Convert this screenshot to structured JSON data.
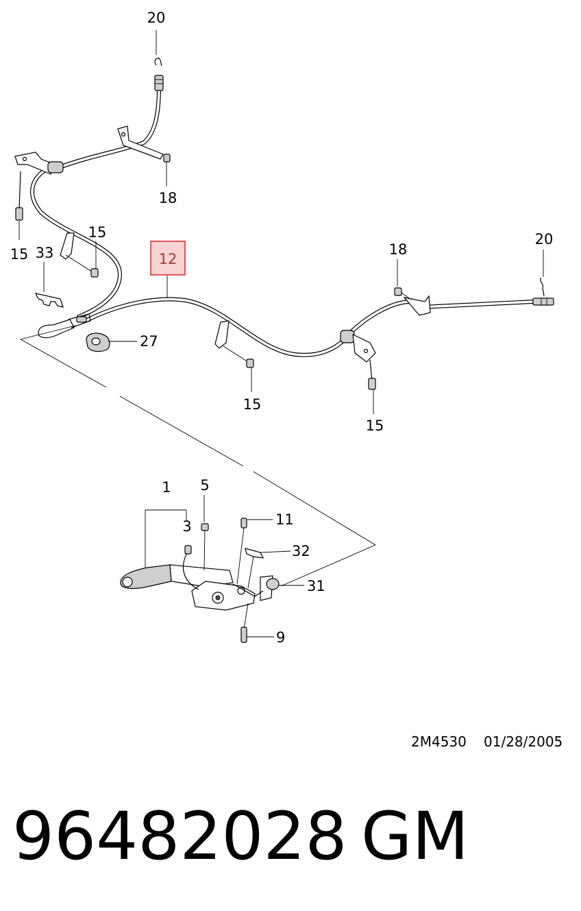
{
  "callouts": {
    "c20_top": "20",
    "c18_upper": "18",
    "c15_leftbolt": "15",
    "c15_mid": "15",
    "c33": "33",
    "c12": "12",
    "c27": "27",
    "c18_right": "18",
    "c20_right": "20",
    "c15_center": "15",
    "c15_right": "15",
    "c1": "1",
    "c3": "3",
    "c5": "5",
    "c11": "11",
    "c32": "32",
    "c31": "31",
    "c9": "9"
  },
  "reference": {
    "drawing_code": "2M4530",
    "date": "01/28/2005"
  },
  "part": {
    "number": "96482028",
    "brand": "GM"
  },
  "colors": {
    "highlight_border": "#e03030",
    "highlight_fill": "#f9d4d4",
    "highlight_text": "#a03838",
    "line": "#000000"
  }
}
